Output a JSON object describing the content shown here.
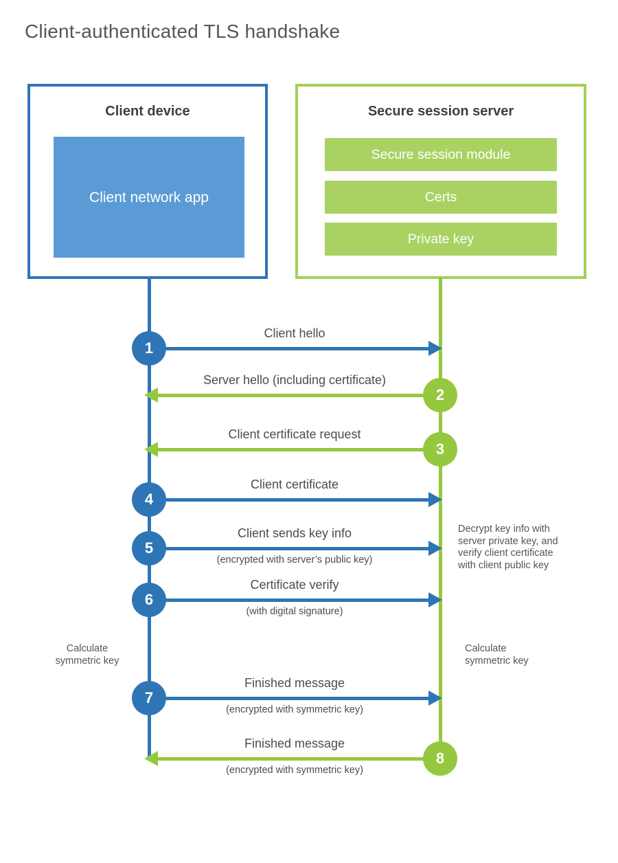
{
  "title": "Client-authenticated TLS handshake",
  "colors": {
    "blue": "#2e75b6",
    "blue_fill": "#5b9bd5",
    "green": "#95c83e",
    "green_fill": "#a9d263",
    "green_border": "#a4cf5a"
  },
  "client": {
    "title": "Client device",
    "app_label": "Client network app"
  },
  "server": {
    "title": "Secure session server",
    "modules": [
      "Secure session module",
      "Certs",
      "Private key"
    ]
  },
  "messages": [
    {
      "num": "1",
      "label": "Client hello",
      "from": "client",
      "to": "server"
    },
    {
      "num": "2",
      "label": "Server hello (including certificate)",
      "from": "server",
      "to": "client"
    },
    {
      "num": "3",
      "label": "Client certificate request",
      "from": "server",
      "to": "client"
    },
    {
      "num": "4",
      "label": "Client certificate",
      "from": "client",
      "to": "server"
    },
    {
      "num": "5",
      "label": "Client sends key info",
      "sublabel": "(encrypted with server’s public key)",
      "from": "client",
      "to": "server"
    },
    {
      "num": "6",
      "label": "Certificate verify",
      "sublabel": "(with digital signature)",
      "from": "client",
      "to": "server"
    },
    {
      "num": "7",
      "label": "Finished message",
      "sublabel": "(encrypted with symmetric key)",
      "from": "client",
      "to": "server"
    },
    {
      "num": "8",
      "label": "Finished message",
      "sublabel": "(encrypted with symmetric key)",
      "from": "server",
      "to": "client"
    }
  ],
  "notes": {
    "decrypt": {
      "lines": [
        "Decrypt key info with",
        "server private key, and",
        "verify client certificate",
        "with client public key"
      ]
    },
    "calc_left": {
      "lines": [
        "Calculate",
        "symmetric key"
      ]
    },
    "calc_right": {
      "lines": [
        "Calculate",
        "symmetric key"
      ]
    }
  }
}
